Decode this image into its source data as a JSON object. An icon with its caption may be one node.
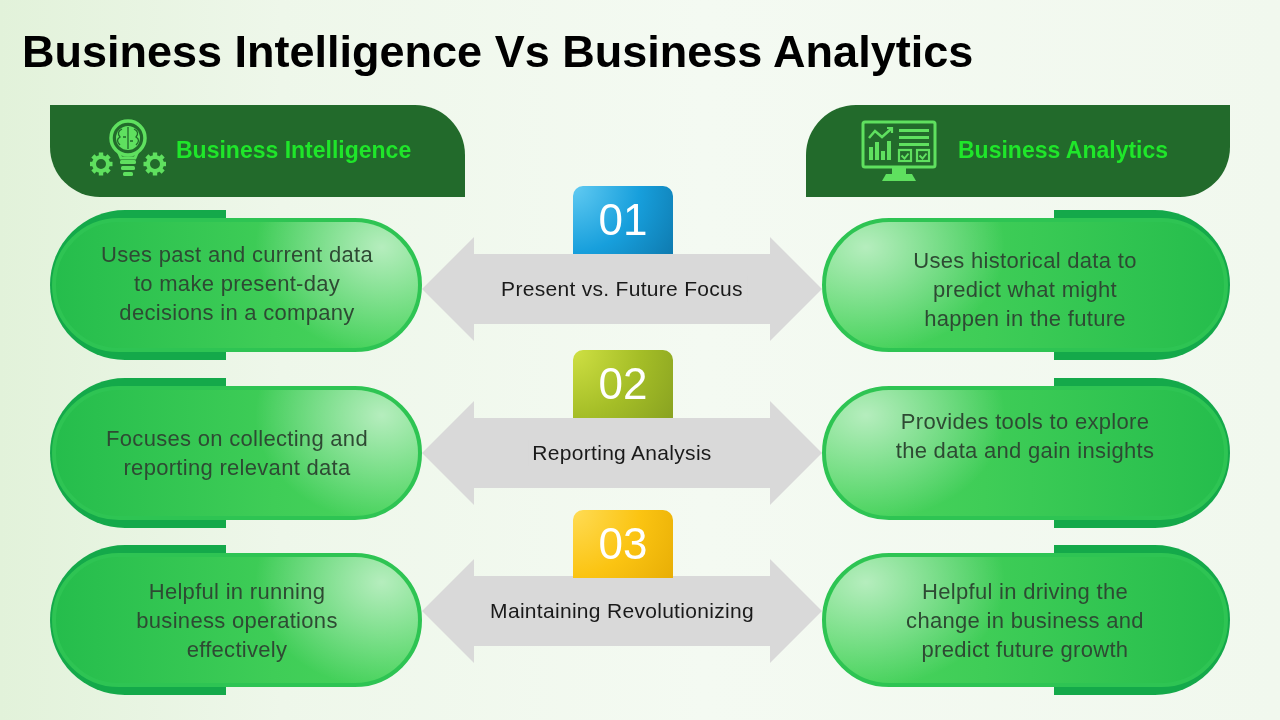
{
  "diagram": {
    "title": "Business Intelligence Vs Business Analytics",
    "nodes": [
      {
        "text": [
          "Business Intelligence"
        ]
      },
      {
        "text": [
          "Business Analytics"
        ]
      },
      {
        "text": [
          "Uses past and current data to make present-day decisions in a company"
        ]
      },
      {
        "text": [
          "01"
        ]
      },
      {
        "text": [
          "Uses historical data to predict what might happen in the future"
        ]
      },
      {
        "text": [
          "Focuses on collecting and reporting relevant data"
        ]
      },
      {
        "text": [
          "02"
        ]
      },
      {
        "text": [
          "Provides tools to explore the data and gain insights"
        ]
      },
      {
        "text": [
          "Helpful in running business operations effectively"
        ]
      },
      {
        "text": [
          "03"
        ]
      },
      {
        "text": [
          "Helpful in driving the change in business and predict future growth"
        ]
      }
    ],
    "edges": [
      {
        "from": 2,
        "to": 4,
        "arrow": "both",
        "label": "Present vs. Future Focus"
      },
      {
        "from": 5,
        "to": 7,
        "arrow": "both",
        "label": "Reporting Analysis"
      },
      {
        "from": 8,
        "to": 10,
        "arrow": "both",
        "label": "Maintaining Revolutionizing"
      }
    ]
  }
}
